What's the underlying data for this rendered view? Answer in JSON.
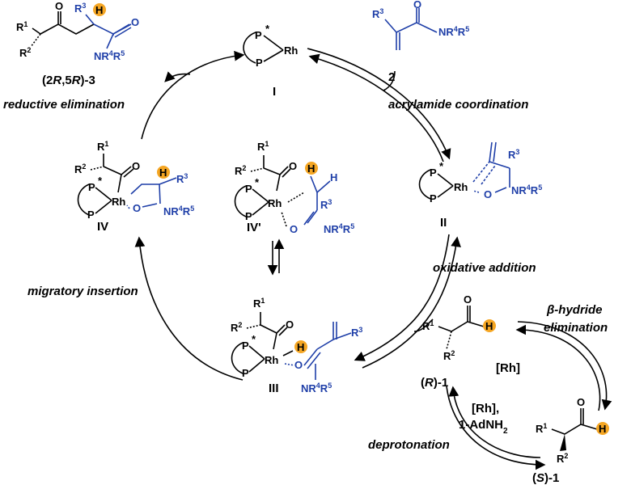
{
  "compounds": {
    "catalyst": "I",
    "acrylamide_number": "2",
    "complex_II": "II",
    "complex_III": "III",
    "complex_IV": "IV",
    "complex_IVprime": "IV'",
    "product": "(2R,5R)-3",
    "aldehyde_R": "(R)-1",
    "aldehyde_S": "(S)-1"
  },
  "steps": {
    "reductive_elimination": "reductive elimination",
    "acrylamide_coordination": "acrylamide coordination",
    "oxidative_addition": "oxidative addition",
    "migratory_insertion": "migratory insertion",
    "beta_hydride_elimination_1": "β-hydride",
    "beta_hydride_elimination_2": "elimination",
    "deprotonation": "deprotonation"
  },
  "reagents": {
    "rh": "[Rh]",
    "rh_comma": "[Rh],",
    "amine": "1-AdNH2"
  },
  "atoms": {
    "rh": "Rh",
    "p": "P",
    "star": "*",
    "o": "O",
    "h": "H",
    "amide": "NR4R5",
    "r1": "R1",
    "r2": "R2",
    "r3": "R3"
  },
  "colors": {
    "highlight": "#f5a623",
    "ligand_blue": "#1f3fa8",
    "black": "#000000"
  }
}
